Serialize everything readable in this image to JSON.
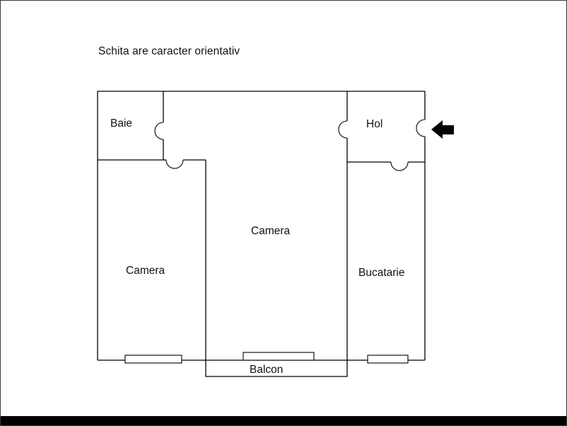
{
  "title": "Schita are caracter orientativ",
  "plan": {
    "rooms": {
      "baie": {
        "label": "Baie"
      },
      "hol": {
        "label": "Hol"
      },
      "camera_middle": {
        "label": "Camera"
      },
      "camera_left": {
        "label": "Camera"
      },
      "bucatarie": {
        "label": "Bucatarie"
      },
      "balcon": {
        "label": "Balcon"
      }
    },
    "icons": {
      "entrance_arrow": "⬅"
    },
    "colors": {
      "wall": "#000000",
      "background": "#ffffff",
      "bottom_bar": "#000000"
    }
  }
}
